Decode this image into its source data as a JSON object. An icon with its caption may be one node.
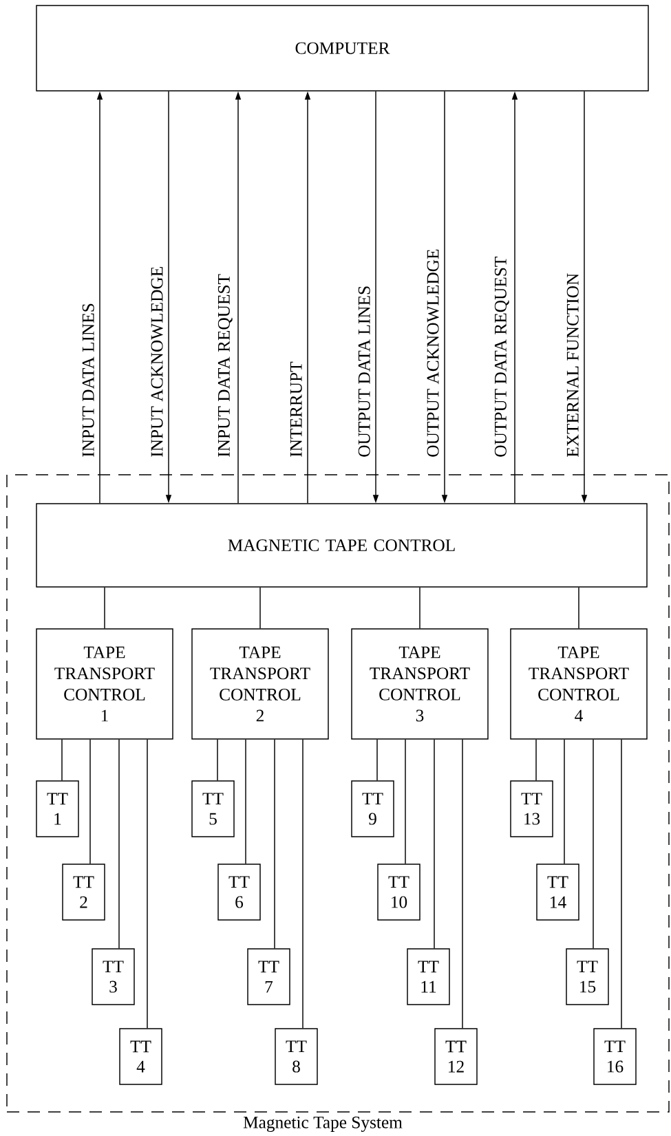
{
  "diagram": {
    "nodes": [
      {
        "text": [
          "COMPUTER"
        ]
      },
      {
        "text": [
          "Magnetic Tape System"
        ]
      },
      {
        "text": [
          "MAGNETIC TAPE CONTROL"
        ],
        "in": 1
      },
      {
        "text": [
          "TAPE TRANSPORT CONTROL",
          "1"
        ],
        "in": 1
      },
      {
        "text": [
          "TAPE TRANSPORT CONTROL",
          "2"
        ],
        "in": 1
      },
      {
        "text": [
          "TAPE TRANSPORT CONTROL",
          "3"
        ],
        "in": 1
      },
      {
        "text": [
          "TAPE TRANSPORT CONTROL",
          "4"
        ],
        "in": 1
      },
      {
        "text": [
          "TT",
          "1"
        ],
        "in": 1
      },
      {
        "text": [
          "TT",
          "2"
        ],
        "in": 1
      },
      {
        "text": [
          "TT",
          "3"
        ],
        "in": 1
      },
      {
        "text": [
          "TT",
          "4"
        ],
        "in": 1
      },
      {
        "text": [
          "TT",
          "5"
        ],
        "in": 1
      },
      {
        "text": [
          "TT",
          "6"
        ],
        "in": 1
      },
      {
        "text": [
          "TT",
          "7"
        ],
        "in": 1
      },
      {
        "text": [
          "TT",
          "8"
        ],
        "in": 1
      },
      {
        "text": [
          "TT",
          "9"
        ],
        "in": 1
      },
      {
        "text": [
          "TT",
          "10"
        ],
        "in": 1
      },
      {
        "text": [
          "TT",
          "11"
        ],
        "in": 1
      },
      {
        "text": [
          "TT",
          "12"
        ],
        "in": 1
      },
      {
        "text": [
          "TT",
          "13"
        ],
        "in": 1
      },
      {
        "text": [
          "TT",
          "14"
        ],
        "in": 1
      },
      {
        "text": [
          "TT",
          "15"
        ],
        "in": 1
      },
      {
        "text": [
          "TT",
          "16"
        ],
        "in": 1
      }
    ],
    "edges": [
      {
        "from": 2,
        "to": 0,
        "arrow": "to",
        "label": "INPUT DATA LINES"
      },
      {
        "from": 0,
        "to": 2,
        "arrow": "to",
        "label": "INPUT ACKNOWLEDGE"
      },
      {
        "from": 2,
        "to": 0,
        "arrow": "to",
        "label": "INPUT DATA REQUEST"
      },
      {
        "from": 2,
        "to": 0,
        "arrow": "to",
        "label": "INTERRUPT"
      },
      {
        "from": 0,
        "to": 2,
        "arrow": "to",
        "label": "OUTPUT DATA LINES"
      },
      {
        "from": 0,
        "to": 2,
        "arrow": "to",
        "label": "OUTPUT ACKNOWLEDGE"
      },
      {
        "from": 2,
        "to": 0,
        "arrow": "to",
        "label": "OUTPUT DATA REQUEST"
      },
      {
        "from": 0,
        "to": 2,
        "arrow": "to",
        "label": "EXTERNAL FUNCTION"
      },
      {
        "from": 2,
        "to": 3,
        "arrow": "none"
      },
      {
        "from": 2,
        "to": 4,
        "arrow": "none"
      },
      {
        "from": 2,
        "to": 5,
        "arrow": "none"
      },
      {
        "from": 2,
        "to": 6,
        "arrow": "none"
      },
      {
        "from": 3,
        "to": 7,
        "arrow": "none"
      },
      {
        "from": 3,
        "to": 8,
        "arrow": "none"
      },
      {
        "from": 3,
        "to": 9,
        "arrow": "none"
      },
      {
        "from": 3,
        "to": 10,
        "arrow": "none"
      },
      {
        "from": 4,
        "to": 11,
        "arrow": "none"
      },
      {
        "from": 4,
        "to": 12,
        "arrow": "none"
      },
      {
        "from": 4,
        "to": 13,
        "arrow": "none"
      },
      {
        "from": 4,
        "to": 14,
        "arrow": "none"
      },
      {
        "from": 5,
        "to": 15,
        "arrow": "none"
      },
      {
        "from": 5,
        "to": 16,
        "arrow": "none"
      },
      {
        "from": 5,
        "to": 17,
        "arrow": "none"
      },
      {
        "from": 5,
        "to": 18,
        "arrow": "none"
      },
      {
        "from": 6,
        "to": 19,
        "arrow": "none"
      },
      {
        "from": 6,
        "to": 20,
        "arrow": "none"
      },
      {
        "from": 6,
        "to": 21,
        "arrow": "none"
      },
      {
        "from": 6,
        "to": 22,
        "arrow": "none"
      }
    ]
  }
}
